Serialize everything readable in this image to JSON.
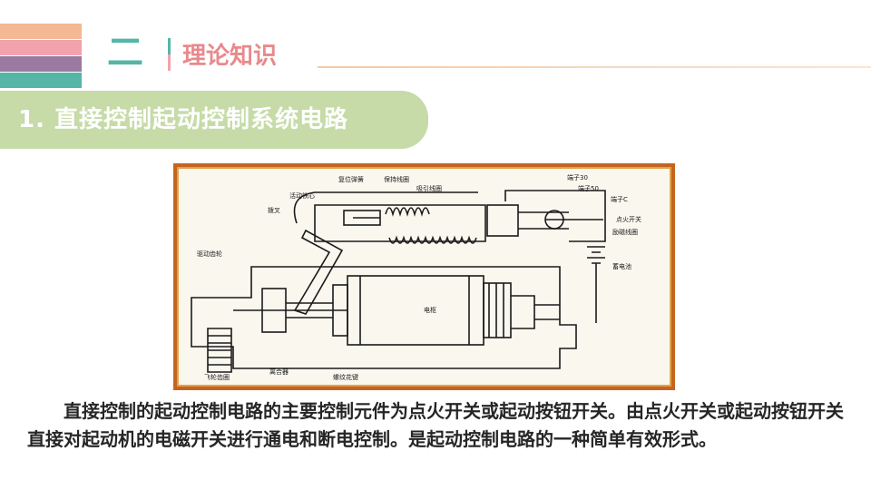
{
  "header": {
    "section_number": "二",
    "section_title": "理论知识"
  },
  "banner": {
    "title": "1. 直接控制起动控制系统电路"
  },
  "figure": {
    "labels": {
      "fuwei": "复位弹簧",
      "baochi": "保持线圈",
      "xiyin": "吸引线圈",
      "duanzi30": "端子30",
      "duanzi50": "端子50",
      "duanziC": "端子C",
      "huodong": "活动铁心",
      "bocha": "拨叉",
      "dianhuo": "点火开关",
      "lici": "励磁线圈",
      "qudong": "驱动齿轮",
      "xudianchi": "蓄电池",
      "dianshu": "电枢",
      "feilun": "飞轮齿圈",
      "lihe": "离合器",
      "luowen": "螺纹花键"
    }
  },
  "body": {
    "paragraph": "直接控制的起动控制电路的主要控制元件为点火开关或起动按钮开关。由点火开关或起动按钮开关直接对起动机的电磁开关进行通电和断电控制。是起动控制电路的一种简单有效形式。"
  }
}
